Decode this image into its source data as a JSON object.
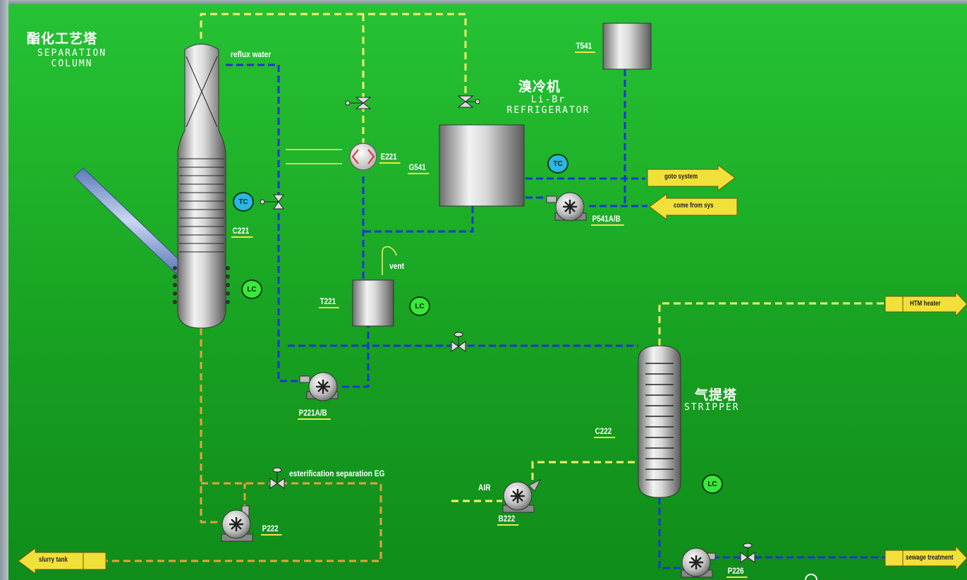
{
  "title": {
    "cn": "酯化工艺塔",
    "en_line1": "SEPARATION",
    "en_line2": "COLUMN"
  },
  "refrigerator": {
    "cn": "溴冷机",
    "en_line1": "Li-Br",
    "en_line2": "REFRIGERATOR"
  },
  "stripper": {
    "cn": "气提塔",
    "en": "STRIPPER"
  },
  "equipment_tags": {
    "c221": "C221",
    "e221": "E221",
    "g541": "G541",
    "t541": "T541",
    "t221": "T221",
    "p221": "P221A/B",
    "p541": "P541A/B",
    "c222": "C222",
    "b222": "B222",
    "p222": "P222",
    "p226": "P226"
  },
  "instruments": {
    "tc_column": "TC",
    "tc_refrigerator": "TC",
    "lc_column": "LC",
    "lc_tank": "LC",
    "lc_stripper": "LC"
  },
  "line_labels": {
    "reflux": "reflux water",
    "vent": "vent",
    "air": "AIR",
    "esterification": "esterification  separation  EG"
  },
  "offpage_connectors": {
    "goto_system": "goto system",
    "come_from_sys": "come from sys",
    "htm_heater": "HTM heater",
    "slurry_tank": "slurry tank",
    "sewage_treatment": "sewage treatment"
  },
  "colors": {
    "background": "#1fb22a",
    "water_line": "#1a36d8",
    "vapor_line": "#f5f070",
    "eg_line": "#e8a040",
    "connector": "#f2e03a"
  }
}
